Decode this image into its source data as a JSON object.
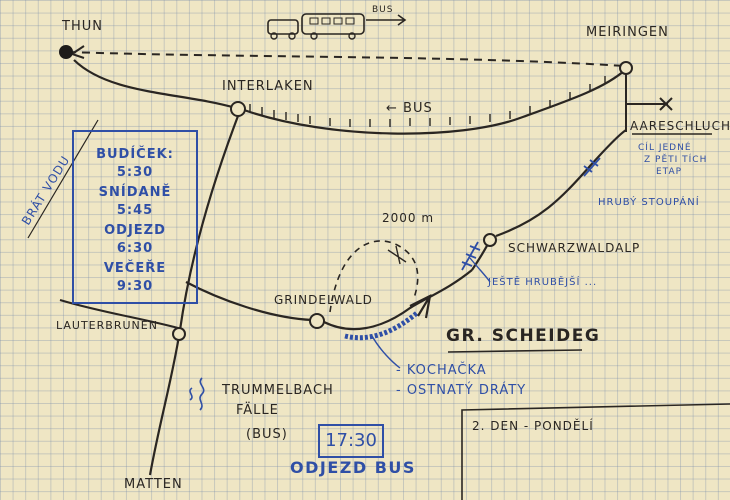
{
  "places": {
    "thun": "THUN",
    "meiringen": "MEIRINGEN",
    "interlaken": "INTERLAKEN",
    "aareschlucht": "AARESCHLUCHT",
    "schwarzwaldalp": "SCHWARZWALDALP",
    "grindelwald": "GRINDELWALD",
    "gr_scheidegg": "GR. SCHEIDEG",
    "lauterbrunnen": "LAUTERBRUNEN",
    "trummelbach": "TRUMMELBACH",
    "falle": "FÄLLE",
    "matten": "MATTEN"
  },
  "notes": {
    "bus_top": "BUS",
    "bus_route": "← BUS",
    "brat_vodu": "BRÁT VODU",
    "cil": [
      "CÍL JEDNÉ",
      "Z PĚTI TÍCH",
      "ETAP"
    ],
    "hruby_stoupani": "HRUBÝ STOUPÁNÍ",
    "elevation": "2000 m",
    "jeste_hrubejsi": "JEŠTĚ HRUBĚJŠÍ ...",
    "kochacka": "- KOCHAČKA",
    "ostnaty_draty": "- OSTNATÝ DRÁTY",
    "bus_paren": "(BUS)",
    "odjezd_bus": "ODJEZD BUS",
    "departure_time": "17:30",
    "day_label": "2. DEN - PONDĚLÍ"
  },
  "schedule": [
    "BUDÍČEK:",
    "5:30",
    "SNÍDANĚ",
    "5:45",
    "ODJEZD",
    "6:30",
    "VEČEŘE",
    "9:30"
  ],
  "colors": {
    "paper": "#efe6c4",
    "grid": "#8c9ab0",
    "ink": "#2a2622",
    "blue_ink": "#2f4fa6"
  }
}
